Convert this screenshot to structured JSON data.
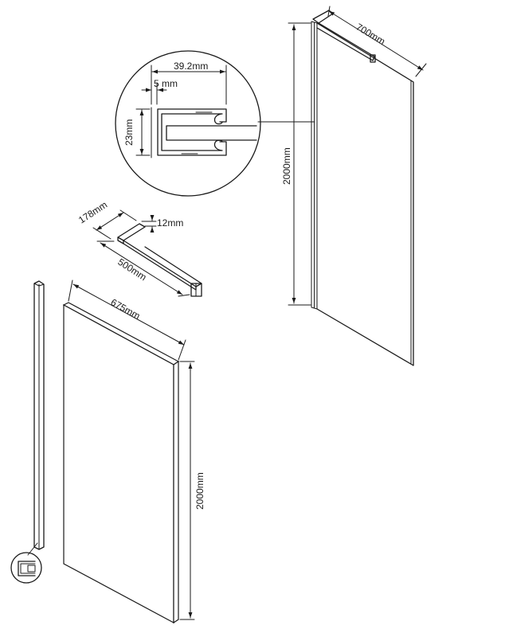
{
  "dimensions": {
    "top_panel_width": "700mm",
    "top_panel_height": "2000mm",
    "profile_width": "39.2mm",
    "profile_gap": "5 mm",
    "profile_height": "23mm",
    "bar_arm": "178mm",
    "bar_thickness": "12mm",
    "bar_length": "500mm",
    "bottom_panel_width": "675mm",
    "bottom_panel_height": "2000mm"
  },
  "icons": {
    "arrow": "arrowhead-icon",
    "profile": "profile-section-icon"
  }
}
